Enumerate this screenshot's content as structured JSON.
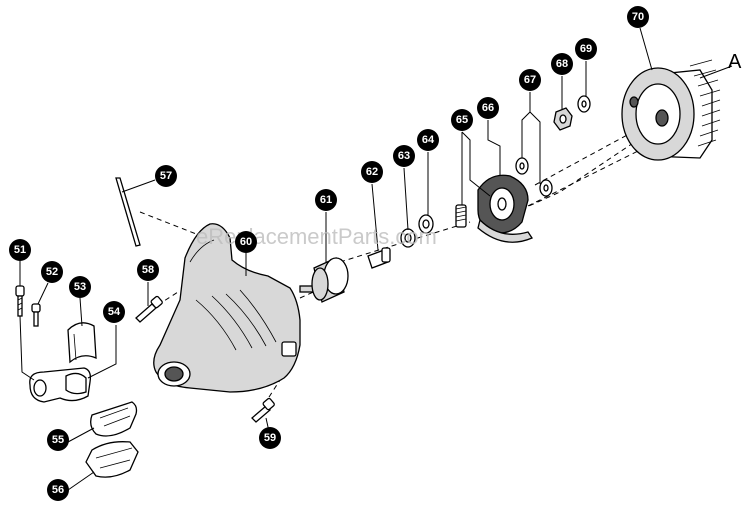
{
  "diagram": {
    "watermark": "eReplacementParts.com",
    "reference_letter": "A",
    "callouts": [
      {
        "id": "51",
        "label": "51"
      },
      {
        "id": "52",
        "label": "52"
      },
      {
        "id": "53",
        "label": "53"
      },
      {
        "id": "54",
        "label": "54"
      },
      {
        "id": "55",
        "label": "55"
      },
      {
        "id": "56",
        "label": "56"
      },
      {
        "id": "57",
        "label": "57"
      },
      {
        "id": "58",
        "label": "58"
      },
      {
        "id": "59",
        "label": "59"
      },
      {
        "id": "60",
        "label": "60"
      },
      {
        "id": "61",
        "label": "61"
      },
      {
        "id": "62",
        "label": "62"
      },
      {
        "id": "63",
        "label": "63"
      },
      {
        "id": "64",
        "label": "64"
      },
      {
        "id": "65",
        "label": "65"
      },
      {
        "id": "66",
        "label": "66"
      },
      {
        "id": "67",
        "label": "67"
      },
      {
        "id": "68",
        "label": "68"
      },
      {
        "id": "69",
        "label": "69"
      },
      {
        "id": "70",
        "label": "70"
      }
    ]
  }
}
